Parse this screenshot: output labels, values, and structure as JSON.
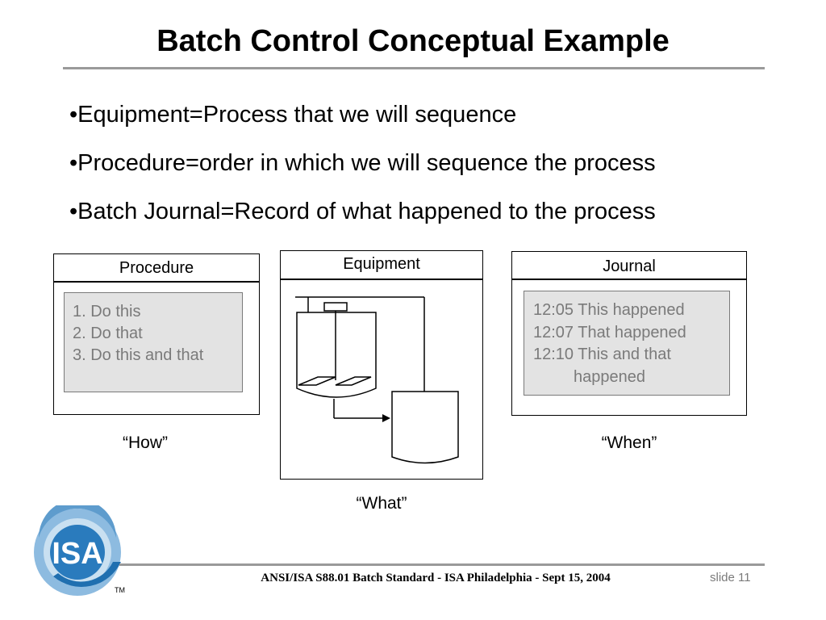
{
  "title": "Batch Control Conceptual Example",
  "bullets": [
    "•Equipment=Process that we will sequence",
    "•Procedure=order in which we will sequence the process",
    "•Batch Journal=Record of what happened to the process"
  ],
  "procedure": {
    "header": "Procedure",
    "steps": "1. Do this\n2. Do that\n3. Do this and that",
    "caption": "“How”"
  },
  "equipment": {
    "header": "Equipment",
    "caption": "“What”"
  },
  "journal": {
    "header": "Journal",
    "entries": "12:05 This happened\n12:07 That happened\n12:10 This and that\n         happened",
    "caption": "“When”"
  },
  "logo": {
    "text": "ISA",
    "trademark": "TM",
    "colors": {
      "ring": "#7fb0d8",
      "center": "#1f6fb0"
    }
  },
  "footer": "ANSI/ISA S88.01 Batch Standard - ISA Philadelphia - Sept 15, 2004",
  "slide_number": "slide 11"
}
